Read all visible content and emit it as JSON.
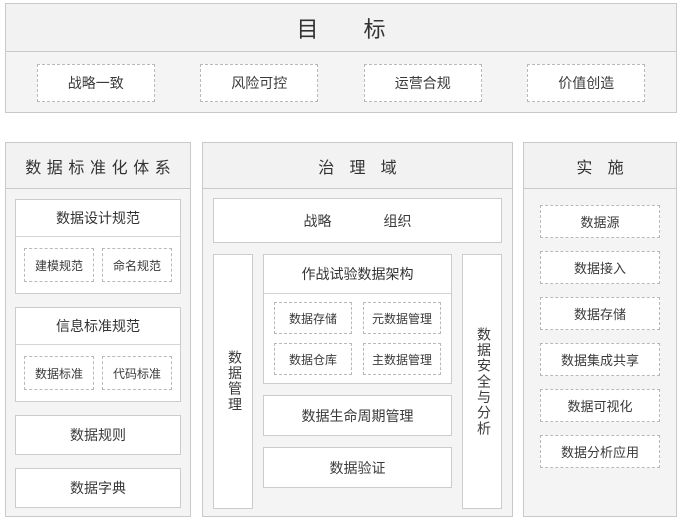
{
  "goal": {
    "title": "目 标",
    "items": [
      {
        "label": "战略一致"
      },
      {
        "label": "风险可控"
      },
      {
        "label": "运营合规"
      },
      {
        "label": "价值创造"
      }
    ]
  },
  "standardization": {
    "title": "数据标准化体系",
    "groups": [
      {
        "head": "数据设计规范",
        "children": [
          {
            "label": "建模规范"
          },
          {
            "label": "命名规范"
          }
        ]
      },
      {
        "head": "信息标准规范",
        "children": [
          {
            "label": "数据标准"
          },
          {
            "label": "代码标准"
          }
        ]
      }
    ],
    "plain": [
      {
        "label": "数据规则"
      },
      {
        "label": "数据字典"
      }
    ]
  },
  "governance": {
    "title": "治 理 域",
    "strategy": "战略",
    "organization": "组织",
    "left_rail": "数据管理",
    "right_rail": "数据安全与分析",
    "architecture": {
      "head": "作战试验数据架构",
      "children": [
        {
          "label": "数据存储"
        },
        {
          "label": "元数据管理"
        },
        {
          "label": "数据仓库"
        },
        {
          "label": "主数据管理"
        }
      ]
    },
    "blocks": [
      {
        "label": "数据生命周期管理"
      },
      {
        "label": "数据验证"
      }
    ]
  },
  "implementation": {
    "title": "实 施",
    "items": [
      {
        "label": "数据源"
      },
      {
        "label": "数据接入"
      },
      {
        "label": "数据存储"
      },
      {
        "label": "数据集成共享"
      },
      {
        "label": "数据可视化"
      },
      {
        "label": "数据分析应用"
      }
    ]
  },
  "colors": {
    "panel_bg": "#f4f4f4",
    "panel_border": "#c9c9c9",
    "box_bg": "#ffffff",
    "box_border": "#cccccc",
    "dashed_border": "#b9b9b9",
    "text": "#3a3a3a"
  }
}
